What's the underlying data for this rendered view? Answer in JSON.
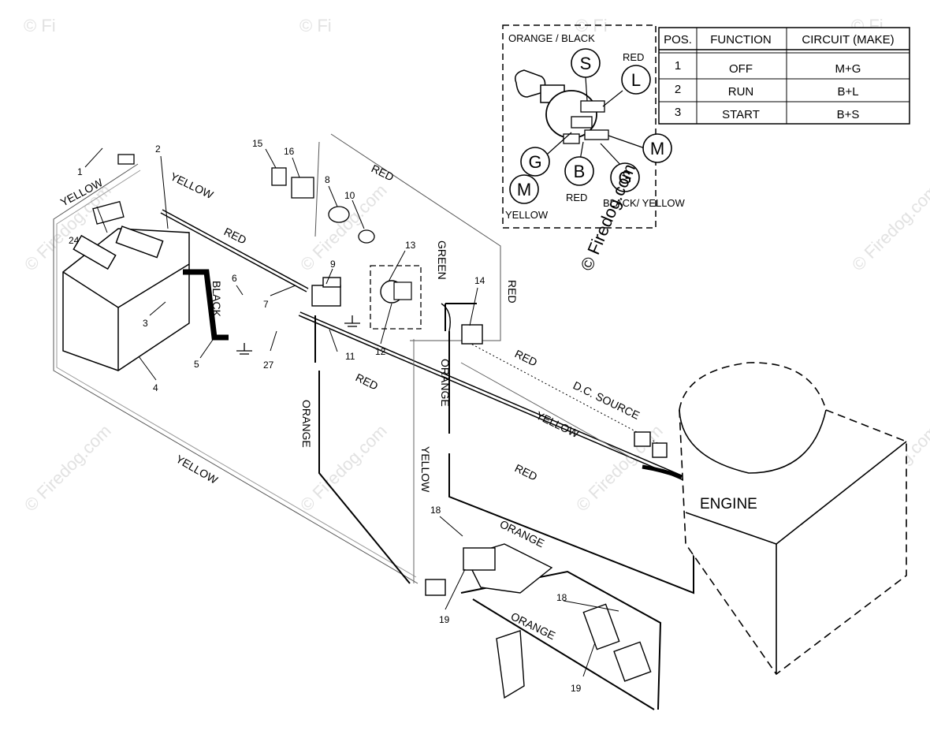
{
  "watermarks": {
    "small": "© Fi",
    "long": "© Firedog.com"
  },
  "copyright": "© Firedog.com",
  "switch_diagram": {
    "orange_black": "ORANGE / BLACK",
    "red_top": "RED",
    "red_bottom": "RED",
    "black_yellow": "BLACK/ YELLOW",
    "yellow": "YELLOW",
    "terminals": {
      "s": "S",
      "l": "L",
      "g1": "G",
      "m1": "M",
      "b": "B",
      "m2": "M",
      "g2": "G"
    }
  },
  "table": {
    "headers": [
      "POS.",
      "FUNCTION",
      "CIRCUIT (MAKE)"
    ],
    "rows": [
      [
        "1",
        "OFF",
        "M+G"
      ],
      [
        "2",
        "RUN",
        "B+L"
      ],
      [
        "3",
        "START",
        "B+S"
      ]
    ]
  },
  "wires": {
    "yellow_a": "YELLOW",
    "yellow_b": "YELLOW",
    "yellow_c": "YELLOW",
    "yellow_d": "YELLOW",
    "yellow_e": "YELLOW",
    "red_a": "RED",
    "red_b": "RED",
    "red_c": "RED",
    "red_d": "RED",
    "red_e": "RED",
    "red_f": "RED",
    "black": "BLACK",
    "green": "GREEN",
    "orange_a": "ORANGE",
    "orange_b": "ORANGE",
    "orange_c": "ORANGE",
    "orange_d": "ORANGE",
    "dc_source": "D.C. SOURCE"
  },
  "engine": "ENGINE",
  "parts": {
    "p1": "1",
    "p2": "2",
    "p3": "3",
    "p4": "4",
    "p5": "5",
    "p6": "6",
    "p7": "7",
    "p8": "8",
    "p9": "9",
    "p10": "10",
    "p11": "11",
    "p12": "12",
    "p13": "13",
    "p14": "14",
    "p15": "15",
    "p16": "16",
    "p18a": "18",
    "p18b": "18",
    "p19a": "19",
    "p19b": "19",
    "p24": "24",
    "p27": "27"
  }
}
